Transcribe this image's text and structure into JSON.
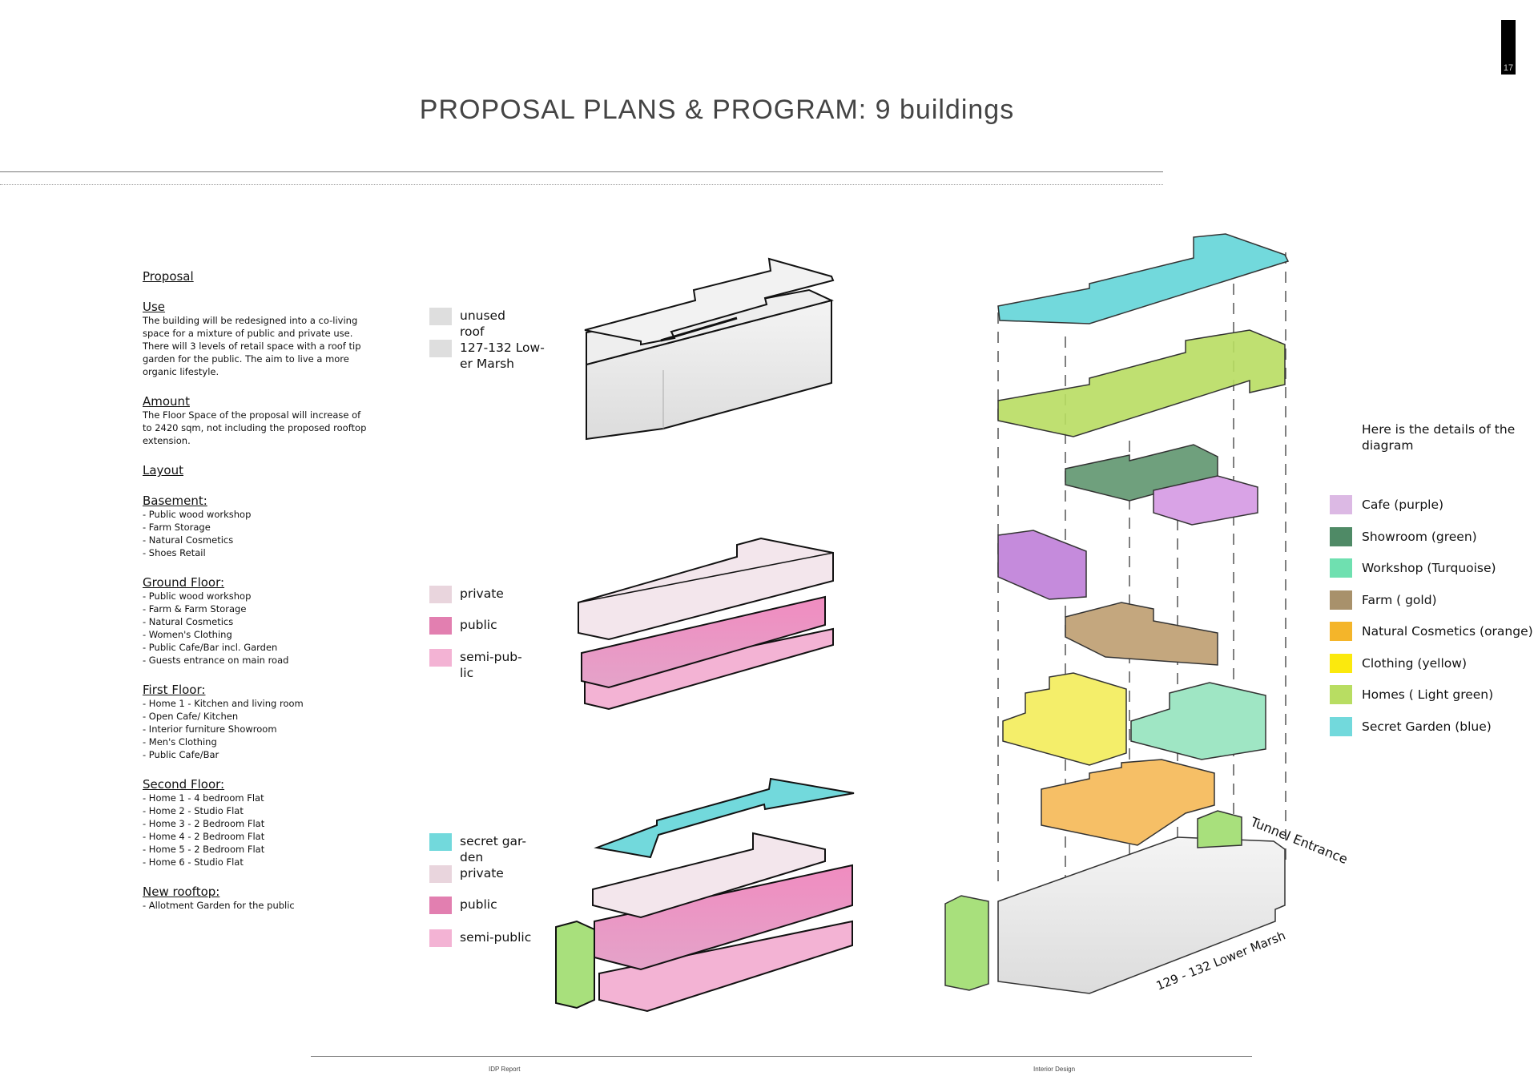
{
  "page_number": "17",
  "title": "PROPOSAL PLANS & PROGRAM: 9 buildings",
  "footer": {
    "left": "IDP Report",
    "right": "Interior Design"
  },
  "text": {
    "proposal": "Proposal",
    "use_h": "Use",
    "use_lines": [
      "The building will be redesigned into a co-living",
      "space for a mixture of public and private use.",
      "There will 3 levels of retail space with a roof tip",
      "garden for the public. The aim to live a more",
      "organic lifestyle."
    ],
    "amount_h": "Amount",
    "amount_lines": [
      "The Floor Space of the proposal will increase of",
      "to 2420 sqm, not including the proposed rooftop",
      "extension."
    ],
    "layout_h": "Layout",
    "basement_h": "Basement:",
    "basement": [
      "- Public wood workshop",
      "- Farm Storage",
      "- Natural Cosmetics",
      "- Shoes Retail"
    ],
    "ground_h": "Ground Floor:",
    "ground": [
      "- Public wood workshop",
      "- Farm & Farm Storage",
      "- Natural Cosmetics",
      "- Women's Clothing",
      "- Public Cafe/Bar incl. Garden",
      "- Guests entrance on main road"
    ],
    "first_h": "First Floor:",
    "first": [
      "- Home 1 - Kitchen and living room",
      "- Open Cafe/ Kitchen",
      "- Interior furniture Showroom",
      "- Men's Clothing",
      "- Public Cafe/Bar"
    ],
    "second_h": "Second Floor:",
    "second": [
      "- Home 1 - 4 bedroom Flat",
      "- Home 2 - Studio Flat",
      "- Home 3 - 2 Bedroom Flat",
      "- Home 4 - 2 Bedroom Flat",
      "- Home 5 - 2 Bedroom Flat",
      "- Home 6 - Studio Flat"
    ],
    "rooftop_h": "New rooftop:",
    "rooftop": [
      "- Allotment Garden for the public"
    ]
  },
  "legend1": [
    {
      "lines": [
        "unused",
        "roof"
      ],
      "color": "#dedede"
    },
    {
      "lines": [
        "127-132 Low-",
        "er Marsh"
      ],
      "color": "#dedede"
    }
  ],
  "legend2": [
    {
      "lines": [
        "private"
      ],
      "color": "#e9d5dd"
    },
    {
      "lines": [
        "public"
      ],
      "color": "#e27fb0"
    },
    {
      "lines": [
        "semi-pub-",
        "lic"
      ],
      "color": "#f3b3d4"
    }
  ],
  "legend3": [
    {
      "lines": [
        "secret gar-",
        "den"
      ],
      "color": "#72d9dc"
    },
    {
      "lines": [
        "private"
      ],
      "color": "#e9d5dd"
    },
    {
      "lines": [
        "public"
      ],
      "color": "#e27fb0"
    },
    {
      "lines": [
        "semi-public"
      ],
      "color": "#f3b3d4"
    }
  ],
  "details_text": [
    "Here is the details of the",
    "diagram"
  ],
  "right_legend": [
    {
      "label": "Cafe (purple)",
      "color": "#dcb9e4"
    },
    {
      "label": "Showroom (green)",
      "color": "#4f8a66"
    },
    {
      "label": "Workshop (Turquoise)",
      "color": "#6fe0b0"
    },
    {
      "label": "Farm ( gold)",
      "color": "#a8916b"
    },
    {
      "label": "Natural Cosmetics (orange)",
      "color": "#f4b52a"
    },
    {
      "label": "Clothing (yellow)",
      "color": "#fbe90d"
    },
    {
      "label": "Homes ( Light green)",
      "color": "#b8dd62"
    },
    {
      "label": "Secret Garden (blue)",
      "color": "#72d9dc"
    }
  ],
  "annotations": {
    "tunnel": "Tunnel Entrance",
    "address": "129 - 132 Lower Marsh"
  }
}
